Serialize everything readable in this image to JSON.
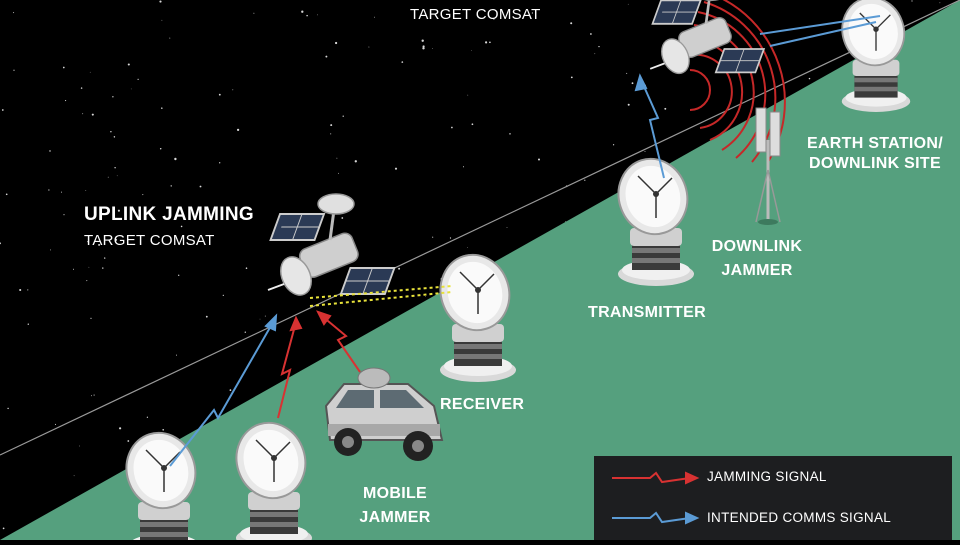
{
  "top_label": "TARGET COMSAT",
  "uplink": {
    "heading": "UPLINK JAMMING",
    "subheading": "TARGET COMSAT"
  },
  "nodes": {
    "receiver": "RECEIVER",
    "mobile_jammer": [
      "MOBILE",
      "JAMMER"
    ],
    "transmitter": "TRANSMITTER",
    "downlink_jammer": [
      "DOWNLINK",
      "JAMMER"
    ],
    "earth_station": [
      "EARTH STATION/",
      "DOWNLINK SITE"
    ]
  },
  "legend": {
    "jamming": "JAMMING SIGNAL",
    "intended": "INTENDED COMMS SIGNAL"
  },
  "colors": {
    "space": "#000000",
    "ground": "#55a07e",
    "jamming_signal": "#d83232",
    "comms_signal": "#5b9bd5",
    "legend_bg": "#1d1e20"
  }
}
